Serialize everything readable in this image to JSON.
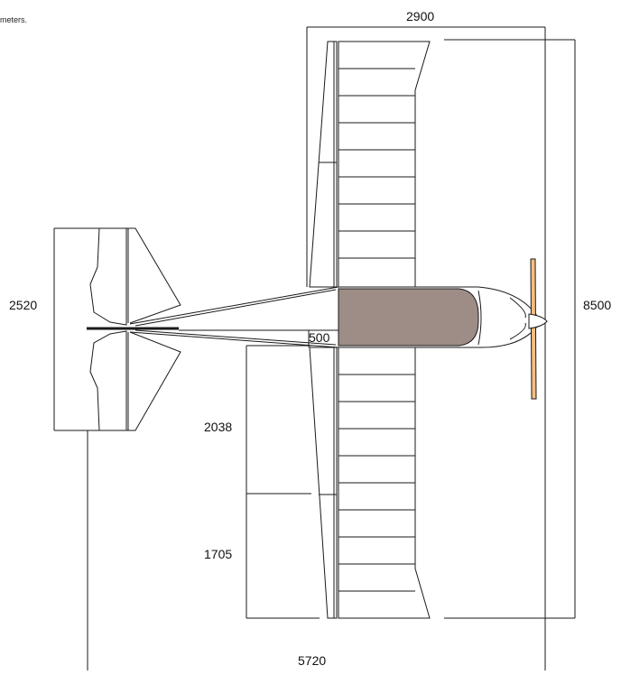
{
  "caption": "meters.",
  "dimensions": {
    "wing_chord": "2900",
    "wingspan": "8500",
    "tail_span": "2520",
    "fuselage_width": "500",
    "inner_flap": "2038",
    "outer_aileron": "1705",
    "overall_length": "5720"
  },
  "colors": {
    "cabin": "#9e8c86",
    "propeller": "#f5be80",
    "line": "#1a1a1a"
  }
}
